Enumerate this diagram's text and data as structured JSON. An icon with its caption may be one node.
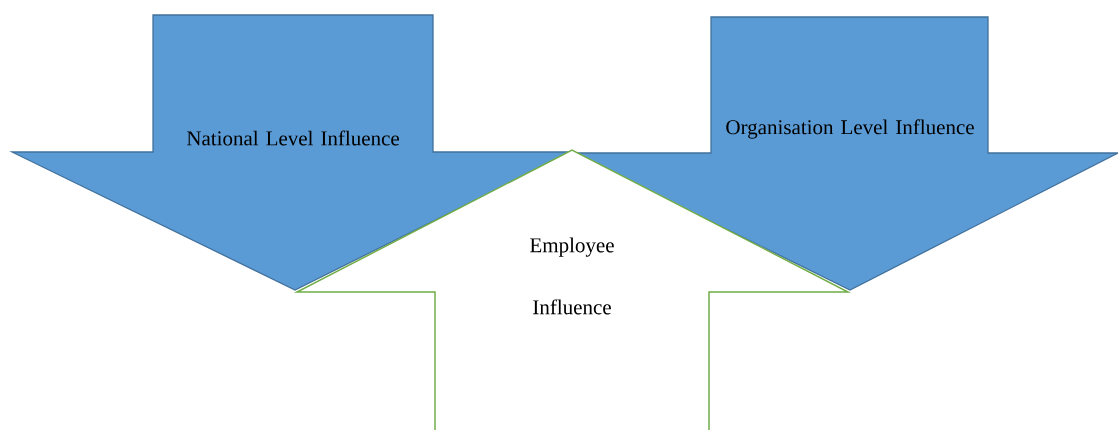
{
  "diagram": {
    "nodes": [
      {
        "text": [
          "National Level Influence"
        ]
      },
      {
        "text": [
          "Organisation Level Influence"
        ]
      },
      {
        "text": [
          "Employee Influence"
        ]
      }
    ]
  }
}
